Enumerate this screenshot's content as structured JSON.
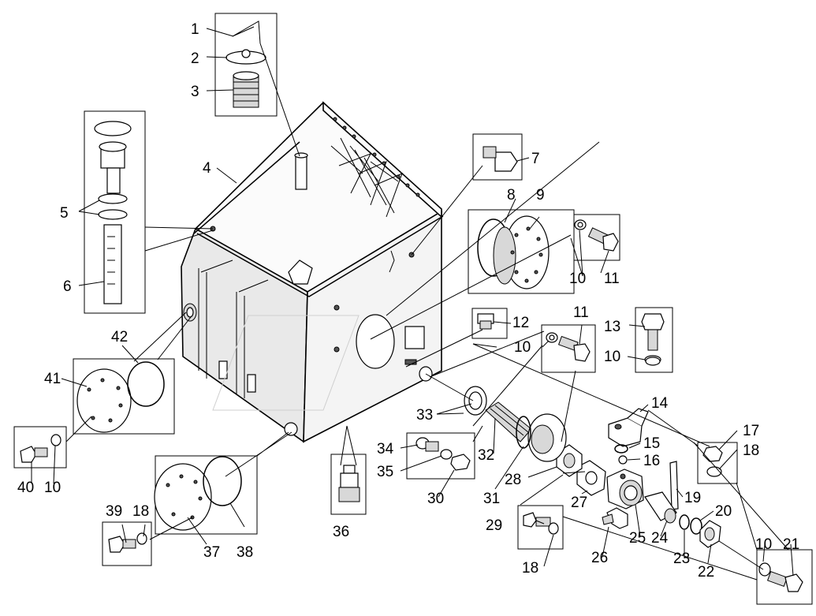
{
  "diagram": {
    "type": "exploded-parts-diagram",
    "callouts": [
      {
        "id": "c1",
        "label": "1"
      },
      {
        "id": "c2",
        "label": "2"
      },
      {
        "id": "c3",
        "label": "3"
      },
      {
        "id": "c4",
        "label": "4"
      },
      {
        "id": "c5",
        "label": "5"
      },
      {
        "id": "c6",
        "label": "6"
      },
      {
        "id": "c7",
        "label": "7"
      },
      {
        "id": "c8",
        "label": "8"
      },
      {
        "id": "c9",
        "label": "9"
      },
      {
        "id": "c10a",
        "label": "10"
      },
      {
        "id": "c11a",
        "label": "11"
      },
      {
        "id": "c12",
        "label": "12"
      },
      {
        "id": "c11b",
        "label": "11"
      },
      {
        "id": "c10b",
        "label": "10"
      },
      {
        "id": "c13",
        "label": "13"
      },
      {
        "id": "c10c",
        "label": "10"
      },
      {
        "id": "c14",
        "label": "14"
      },
      {
        "id": "c15",
        "label": "15"
      },
      {
        "id": "c16",
        "label": "16"
      },
      {
        "id": "c17",
        "label": "17"
      },
      {
        "id": "c18a",
        "label": "18"
      },
      {
        "id": "c19",
        "label": "19"
      },
      {
        "id": "c20",
        "label": "20"
      },
      {
        "id": "c21",
        "label": "21"
      },
      {
        "id": "c10d",
        "label": "10"
      },
      {
        "id": "c22",
        "label": "22"
      },
      {
        "id": "c23",
        "label": "23"
      },
      {
        "id": "c24",
        "label": "24"
      },
      {
        "id": "c25",
        "label": "25"
      },
      {
        "id": "c26",
        "label": "26"
      },
      {
        "id": "c27",
        "label": "27"
      },
      {
        "id": "c28",
        "label": "28"
      },
      {
        "id": "c29",
        "label": "29"
      },
      {
        "id": "c18b",
        "label": "18"
      },
      {
        "id": "c30",
        "label": "30"
      },
      {
        "id": "c31",
        "label": "31"
      },
      {
        "id": "c32",
        "label": "32"
      },
      {
        "id": "c33",
        "label": "33"
      },
      {
        "id": "c34",
        "label": "34"
      },
      {
        "id": "c35",
        "label": "35"
      },
      {
        "id": "c36",
        "label": "36"
      },
      {
        "id": "c37",
        "label": "37"
      },
      {
        "id": "c38",
        "label": "38"
      },
      {
        "id": "c39",
        "label": "39"
      },
      {
        "id": "c18c",
        "label": "18"
      },
      {
        "id": "c40",
        "label": "40"
      },
      {
        "id": "c10e",
        "label": "10"
      },
      {
        "id": "c41",
        "label": "41"
      },
      {
        "id": "c42",
        "label": "42"
      }
    ]
  }
}
